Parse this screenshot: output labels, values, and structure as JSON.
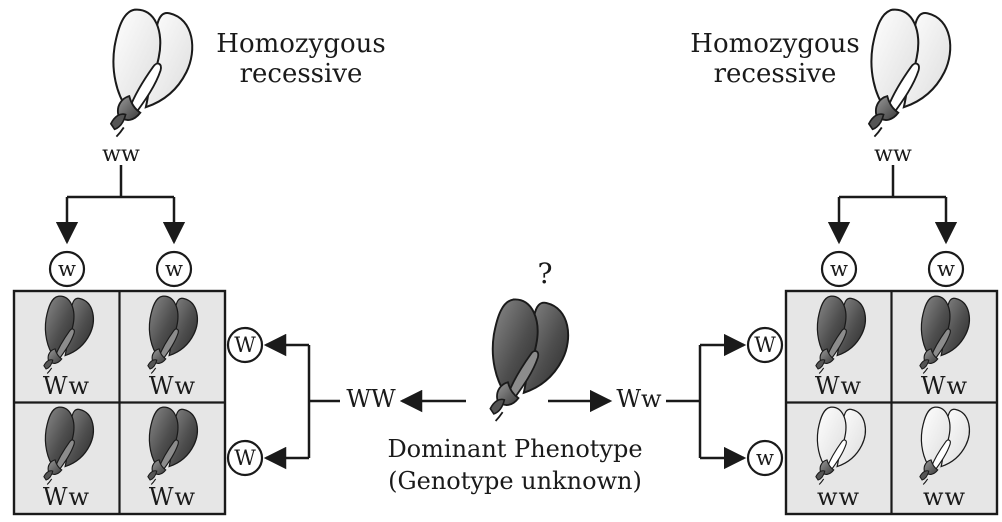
{
  "left_cross": {
    "parent_label": "Homozygous\nrecessive",
    "parent_genotype": "ww",
    "gametes_top": [
      "w",
      "w"
    ],
    "gametes_side": [
      "W",
      "W"
    ],
    "unknown_parent_genotype": "WW",
    "offspring": [
      "Ww",
      "Ww",
      "Ww",
      "Ww"
    ]
  },
  "right_cross": {
    "parent_label": "Homozygous\nrecessive",
    "parent_genotype": "ww",
    "gametes_top": [
      "w",
      "w"
    ],
    "gametes_side": [
      "W",
      "w"
    ],
    "unknown_parent_genotype": "Ww",
    "offspring": [
      "Ww",
      "Ww",
      "ww",
      "ww"
    ]
  },
  "center": {
    "question": "?",
    "label_line1": "Dominant Phenotype",
    "label_line2": "(Genotype unknown)"
  },
  "colors": {
    "dominant_flower": "#5a5a5a",
    "recessive_flower": "#f2f2f2",
    "cell_background": "#e6e6e6",
    "stroke": "#1a1a1a"
  }
}
